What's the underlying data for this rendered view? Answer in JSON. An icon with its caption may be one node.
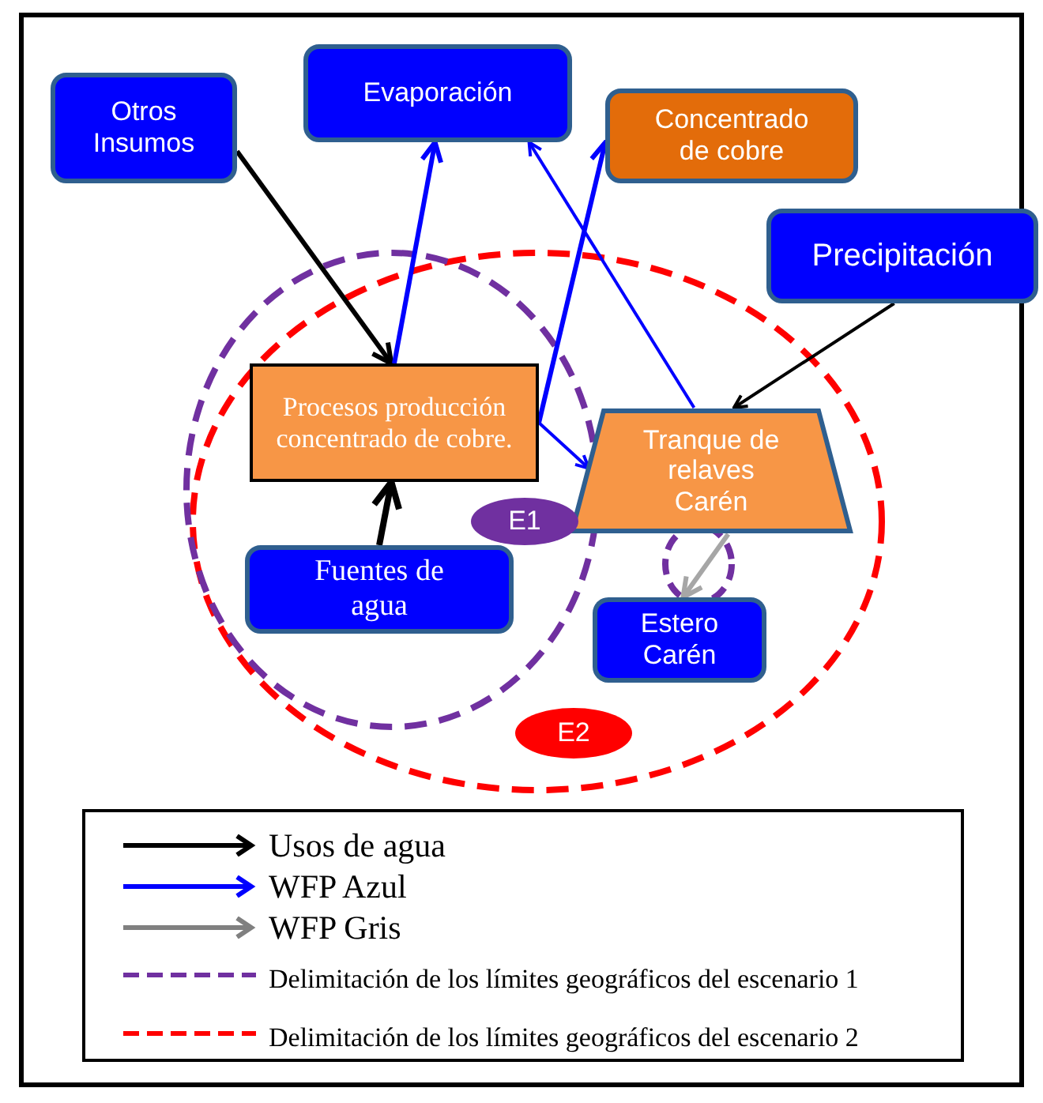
{
  "diagram": {
    "nodes": [
      {
        "text": [
          "Otros Insumos"
        ]
      },
      {
        "text": [
          "Evaporación"
        ]
      },
      {
        "text": [
          "Concentrado de cobre"
        ]
      },
      {
        "text": [
          "Precipitación"
        ]
      },
      {
        "text": [
          "Procesos producción concentrado de cobre."
        ]
      },
      {
        "text": [
          "Tranque de relaves Carén"
        ]
      },
      {
        "text": [
          "E1"
        ]
      },
      {
        "text": [
          "Fuentes de agua"
        ]
      },
      {
        "text": [
          "Estero Carén"
        ]
      },
      {
        "text": [
          "E2"
        ]
      }
    ],
    "edges": [
      {
        "from": 0,
        "to": 4,
        "arrow": "to",
        "color": "#000000"
      },
      {
        "from": 4,
        "to": 1,
        "arrow": "to"
      },
      {
        "from": 4,
        "to": 2,
        "arrow": "to"
      },
      {
        "from": 5,
        "to": 1,
        "arrow": "to"
      },
      {
        "from": 3,
        "to": 5,
        "arrow": "to",
        "color": "#000000"
      },
      {
        "from": 4,
        "to": 5,
        "arrow": "to"
      },
      {
        "from": 7,
        "to": 4,
        "arrow": "to",
        "color": "#000000"
      },
      {
        "from": 5,
        "to": 8,
        "arrow": "to",
        "color": "#a6a6a6"
      }
    ],
    "legend": [
      {
        "text": "Usos de agua"
      },
      {
        "text": "WFP Azul"
      },
      {
        "text": "WFP Gris"
      },
      {
        "text": "Delimitación de los límites geográficos del escenario 1"
      },
      {
        "text": "Delimitación de los límites geográficos del escenario 2"
      }
    ]
  }
}
